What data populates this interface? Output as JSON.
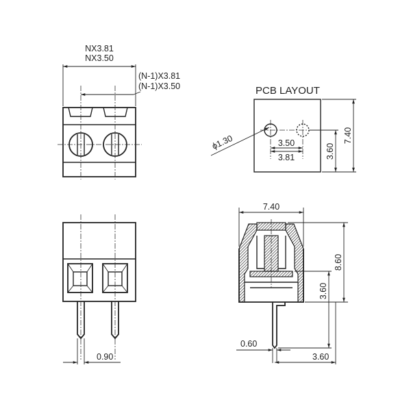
{
  "top_view": {
    "overall_pitch_label_a": "NX3.81",
    "overall_pitch_label_b": "NX3.50",
    "inner_pitch_label_a": "(N-1)X3.81",
    "inner_pitch_label_b": "(N-1)X3.50"
  },
  "pcb_layout": {
    "title": "PCB LAYOUT",
    "hole_diameter_label": "ϕ1.30",
    "pitch_label_a": "3.50",
    "pitch_label_b": "3.81",
    "height_label": "7.40",
    "hole_offset_label": "3.60"
  },
  "front_view": {
    "pin_width_label": "0.90"
  },
  "side_view": {
    "width_label": "7.40",
    "height_label": "8.60",
    "pin_offset_label": "3.60",
    "pin_thickness_label": "0.60",
    "pin_length_label": "3.60"
  }
}
